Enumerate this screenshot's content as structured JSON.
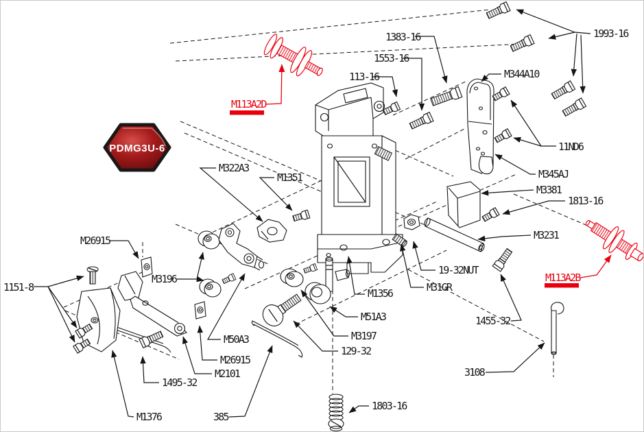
{
  "diagram": {
    "type": "exploded-parts-diagram",
    "badge": {
      "text": "PDMG3U-6"
    },
    "colors": {
      "highlight": "#e8000d",
      "line": "#141414",
      "background": "#ffffff",
      "badge_fill": "#9d1616",
      "badge_text": "#ffffff"
    },
    "part_labels": [
      {
        "id": "1993-16",
        "text": "1993-16",
        "highlighted": false
      },
      {
        "id": "1383-16",
        "text": "1383-16",
        "highlighted": false
      },
      {
        "id": "1553-16",
        "text": "1553-16",
        "highlighted": false
      },
      {
        "id": "113-16",
        "text": "113-16",
        "highlighted": false
      },
      {
        "id": "M344A10",
        "text": "M344A10",
        "highlighted": false
      },
      {
        "id": "M113A2D",
        "text": "M113A2D",
        "highlighted": true
      },
      {
        "id": "11ND6",
        "text": "11ND6",
        "highlighted": false
      },
      {
        "id": "M345AJ",
        "text": "M345AJ",
        "highlighted": false
      },
      {
        "id": "M3381",
        "text": "M3381",
        "highlighted": false
      },
      {
        "id": "1813-16",
        "text": "1813-16",
        "highlighted": false
      },
      {
        "id": "M3231",
        "text": "M3231",
        "highlighted": false
      },
      {
        "id": "M113A2B",
        "text": "M113A2B",
        "highlighted": true
      },
      {
        "id": "M322A3",
        "text": "M322A3",
        "highlighted": false
      },
      {
        "id": "M1351",
        "text": "M1351",
        "highlighted": false
      },
      {
        "id": "M26915-top",
        "text": "M26915",
        "highlighted": false
      },
      {
        "id": "M3196",
        "text": "M3196",
        "highlighted": false
      },
      {
        "id": "1151-8",
        "text": "1151-8",
        "highlighted": false
      },
      {
        "id": "19-32NUT",
        "text": "19-32NUT",
        "highlighted": false
      },
      {
        "id": "M31GR",
        "text": "M31GR",
        "highlighted": false
      },
      {
        "id": "M1356",
        "text": "M1356",
        "highlighted": false
      },
      {
        "id": "M51A3",
        "text": "M51A3",
        "highlighted": false
      },
      {
        "id": "M3197",
        "text": "M3197",
        "highlighted": false
      },
      {
        "id": "129-32",
        "text": "129-32",
        "highlighted": false
      },
      {
        "id": "M50A3",
        "text": "M50A3",
        "highlighted": false
      },
      {
        "id": "M26915-bottom",
        "text": "M26915",
        "highlighted": false
      },
      {
        "id": "M2101",
        "text": "M2101",
        "highlighted": false
      },
      {
        "id": "1495-32",
        "text": "1495-32",
        "highlighted": false
      },
      {
        "id": "1455-32",
        "text": "1455-32",
        "highlighted": false
      },
      {
        "id": "3108",
        "text": "3108",
        "highlighted": false
      },
      {
        "id": "M1376",
        "text": "M1376",
        "highlighted": false
      },
      {
        "id": "385",
        "text": "385",
        "highlighted": false
      },
      {
        "id": "1803-16",
        "text": "1803-16",
        "highlighted": false
      }
    ]
  }
}
